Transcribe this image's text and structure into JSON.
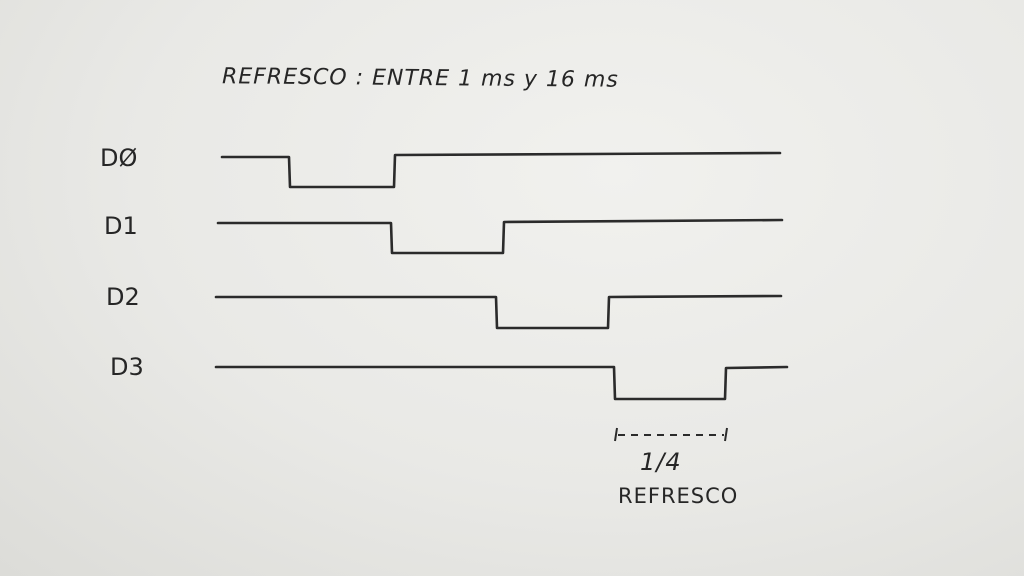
{
  "title": "REFRESCO : ENTRE 1 ms y 16 ms",
  "signals": [
    {
      "label": "DØ",
      "low_slot": 1
    },
    {
      "label": "D1",
      "low_slot": 2
    },
    {
      "label": "D2",
      "low_slot": 3
    },
    {
      "label": "D3",
      "low_slot": 4
    }
  ],
  "annotation": {
    "fraction": "1/4",
    "caption": "REFRESCO"
  },
  "colors": {
    "ink": "#2b2b2b",
    "paper": "#ebebe8"
  }
}
